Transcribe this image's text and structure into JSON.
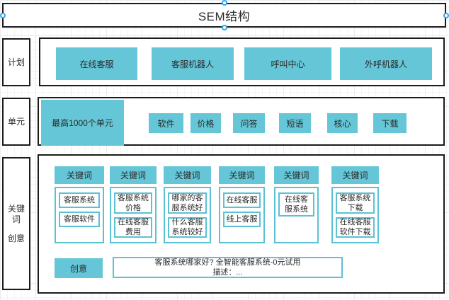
{
  "title": {
    "text": "SEM结构"
  },
  "colors": {
    "accent": "#64C6D7",
    "accent_border": "#5BC2D5",
    "outline": "#1B1B1B",
    "selection_handle": "#2FA7EF",
    "grid_line": "#ECECEC"
  },
  "rows": {
    "plan": {
      "label": "计划",
      "items": [
        "在线客服",
        "客服机器人",
        "呼叫中心",
        "外呼机器人"
      ]
    },
    "unit": {
      "label": "单元",
      "max_label": "最高1000个单元",
      "items": [
        "软件",
        "价格",
        "问答",
        "短语",
        "核心",
        "下载"
      ]
    },
    "keywords": {
      "label_line1": "关键词",
      "label_line2": "创意",
      "columns": [
        {
          "header": "关键词",
          "keywords": [
            "客服系统",
            "客服软件"
          ]
        },
        {
          "header": "关键词",
          "keywords": [
            "客服系统价格",
            "在线客服费用"
          ]
        },
        {
          "header": "关键词",
          "keywords": [
            "哪家的客服系统好",
            "什么客服系统较好"
          ]
        },
        {
          "header": "关键词",
          "keywords": [
            "在线客服",
            "线上客服"
          ]
        },
        {
          "header": "关键词",
          "keywords": [
            "在线客服系统"
          ]
        },
        {
          "header": "关键词",
          "keywords": [
            "客服系统下载",
            "在线客服软件下载"
          ]
        }
      ],
      "creative": {
        "label": "创意",
        "line1": "客服系统哪家好? 全智能客服系统-0元试用",
        "line2": "描述：..."
      }
    }
  }
}
